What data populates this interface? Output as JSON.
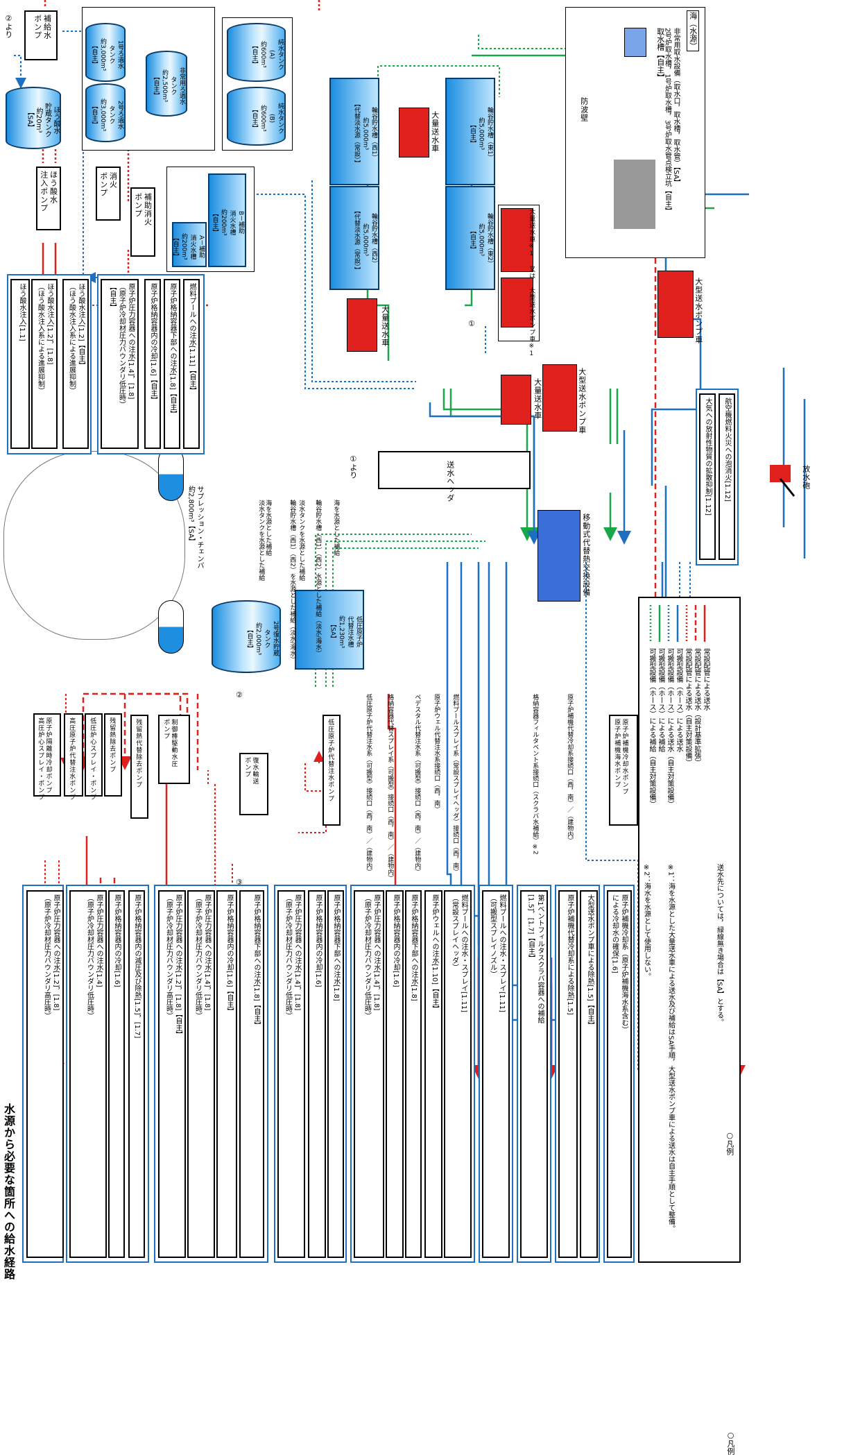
{
  "title": "水源から必要な箇所への給水経路",
  "sources": {
    "boric_tank": "ほう酸水\n貯蔵タンク\n約20m³\n【SA】",
    "makeup_pump": "補給水\nポンプ",
    "from_note_2": "②より",
    "boric_pump": "ほう酸水\n注入ポンプ",
    "fire_pump": "消火\nポンプ",
    "aux_fire_pump": "補助消火\nポンプ",
    "filter_tank_1": "1号ろ過水\nタンク\n約3,000m³\n【自主】",
    "filter_tank_2": "2号ろ過水\nタンク\n約3,000m³\n【自主】",
    "emergency_filter_tank": "非常用ろ過水\nタンク\n約2,500m³\n【自主】",
    "pure_tank_a": "純水タンク\n(A)\n約600m³\n【自主】",
    "pure_tank_b": "純水タンク\n(B)\n約600m³\n【自主】",
    "aux_fire_a": "A－補助\n消火水槽\n約200m³\n【自主】",
    "aux_fire_b": "B－補助\n消火水槽\n約200m³\n【自主】",
    "west1": "輪谷貯水槽（西1）\n約5,000m³\n【代替淡水源（常設）】",
    "west2": "輪谷貯水槽（西2）\n約5,000m³\n【代替淡水源（常設）】",
    "east1": "輪谷貯水槽（東1）\n約5,000m³\n【自主】",
    "east2": "輪谷貯水槽（東2）\n約5,000m³\n【自主】",
    "sea_intake": "非常用取水設備（取水口，取水槽，取水管）【SA】\n2号炉取水槽，1号炉取水槽，3号炉取水管点検立坑【自主】",
    "seawall": "防波壁",
    "sea_label": "海（水源）",
    "intake_inner": "取水槽【自主】",
    "large_truck_1": "大量送水車",
    "large_truck_2": "大量送水車",
    "large_truck_3": "大量送水車",
    "large_or_big": "大量送水車※1 又は 大型送水ポンプ車※1",
    "big_pump_truck_1": "大型送水ポンプ車",
    "big_pump_truck_2": "大型送水ポンプ車",
    "mobile_exchanger": "移動式代替熱交換設備",
    "cannon": "放水砲",
    "header": "送水ヘッダ",
    "circle_1": "①",
    "from_circle_1": "①より",
    "suppression": "サプレッション・チェンバ\n約2,800m³【SA】",
    "cond_tank": "2号復水貯蔵\nタンク\n約2,000m³\n【自主】",
    "lp_tank": "低圧原子炉\n代替注水槽\n約1,230m³\n【SA】",
    "cont_pump": "制御棒駆動水圧\nポンプ",
    "cond_transfer_pump": "復水輸送\nポンプ",
    "lp_pump": "低圧原子炉代替注水ポンプ",
    "circle_2": "②",
    "circle_3": "③"
  },
  "pumps_left": [
    "原子炉隔離時冷却ポンプ\n高圧炉心スプレイ・ポンプ",
    "高圧原子炉代替注水ポンプ",
    "低圧炉心スプレイ・ポンプ",
    "残留熱除去ポンプ",
    "残留熱代替除去ポンプ",
    "原子炉補機冷却水ポンプ\n原子炉補機海水ポンプ"
  ],
  "injection_lines": [
    "淡水タンクを水源とした補給",
    "海を水源とした補給",
    "輪谷貯水槽（西1）（西2）を水源とした補給（淡水/海水）",
    "淡水タンクを水源とした補給",
    "輪谷貯水槽（西1）（西2）水源とした補給（淡水/海水）",
    "海を水源とした補給"
  ],
  "connection_lines": [
    "低圧原子炉代替注水系（可搬型）接続口（西，南）／（建物内）",
    "格納容器代替スプレイ系（可搬型）接続口（西，南）／（建物内）",
    "ペデスタル代替注水系（可搬型）接続口（西，南）／（建物内）",
    "原子炉ウェル代替注水系接続口（西，南）",
    "燃料プールスプレイ系（常設スプレイヘッダ）接続口（西，南）",
    "格納容器フィルタベント系接続口（スクラバ水補給）※2",
    "原子炉補機代替冷却系接続口（西，南）／（建物内）"
  ],
  "top_destinations": [
    [
      "ほう酸水注入[1.1]"
    ],
    [
      "ほう酸水注入[1.2]，[1.8]",
      "（ほう酸水注入系による進展抑制）"
    ],
    [
      "ほう酸水注入[1.2]【自主】",
      "（ほう酸水注入系による進展抑制）"
    ],
    [
      "原子炉圧力容器への注水[1.4]，[1.8]",
      "（原子炉冷却材圧力バウンダリ低圧時）",
      "【自主】"
    ],
    [
      "原子炉格納容器内の冷却[1.6]【自主】"
    ],
    [
      "原子炉格納容器下部への注水[1.8]【自主】"
    ],
    [
      "燃料プールへの注水[1.11]【自主】"
    ]
  ],
  "bottom_destinations": [
    [
      "原子炉圧力容器への注水[1.2]，[1.8]",
      "（原子炉冷却材圧力バウンダリ高圧時）"
    ],
    [
      "原子炉圧力容器への注水[1.4]",
      "（原子炉冷却材圧力バウンダリ低圧時）"
    ],
    [
      "原子炉格納容器内の冷却[1.6]"
    ],
    [
      "原子炉格納容器内の減圧及び除熱[1.5]，[1.7]"
    ],
    [
      "原子炉圧力容器への注水[1.2]，[1.8]【自主】",
      "（原子炉冷却材圧力バウンダリ高圧時）"
    ],
    [
      "原子炉圧力容器への注水[1.4]，[1.8]",
      "（原子炉冷却材圧力バウンダリ低圧時）"
    ],
    [
      "原子炉格納容器内の冷却[1.6]【自主】"
    ],
    [
      "原子炉格納容器下部への注水[1.8]【自主】"
    ],
    [
      "原子炉圧力容器への注水[1.4]，[1.8]",
      "（原子炉冷却材圧力バウンダリ低圧時）"
    ],
    [
      "原子炉格納容器内の冷却[1.6]"
    ],
    [
      "原子炉格納容器下部への注水[1.8]"
    ],
    [
      "原子炉圧力容器への注水[1.4]，[1.8]",
      "（原子炉冷却材圧力バウンダリ低圧時）"
    ],
    [
      "原子炉格納容器内の冷却[1.6]"
    ],
    [
      "原子炉格納容器下部への注水[1.8]"
    ],
    [
      "原子炉ウェルへの注水[1.10]【自主】"
    ],
    [
      "燃料プールへの注水・スプレイ[1.11]",
      "（常設スプレイヘッダ）"
    ],
    [
      "燃料プールへの注水・スプレイ[1.11]",
      "（可搬型スプレイノズル）"
    ],
    [
      "第1ベントフィルタスクラバ容器への補給",
      "[1.5]，[1.7]【自主】"
    ],
    [
      "原子炉補機代替冷却系による除熱[1.5]"
    ],
    [
      "大型送水ポンプ車による除熱[1.5]【自主】"
    ],
    [
      "原子炉補機冷却系（原子炉補機海水系含む）",
      "による冷却水の確保[1.6]"
    ]
  ],
  "right_destinations": [
    [
      "大気への放射性物質の拡散抑制[1.12]"
    ],
    [
      "航空機燃料火災への泡消火[1.12]"
    ]
  ],
  "legend": {
    "heading": "○凡例",
    "note_intro": "送水先については，緑線無き場合は【SA】とする。",
    "note_1": "※1：海を水源とした大量送水車による送水及び補給はSA手順，大型送水ポンプ車による送水は自主手順として整備。",
    "note_2": "※2：海水を水源として使用しない。",
    "items": [
      {
        "label": "常設配管による送水",
        "color": "#e0201c",
        "style": "solid"
      },
      {
        "label": "常設配管による送水（設計基準拡張）",
        "color": "#e0201c",
        "style": "dash"
      },
      {
        "label": "常設配管による送水（自主対策設備）",
        "color": "#e0201c",
        "style": "dot"
      },
      {
        "label": "可搬型設備（ホース）による送水",
        "color": "#1f6fc0",
        "style": "solid"
      },
      {
        "label": "可搬型設備（ホース）による送水（自主対策設備）",
        "color": "#1f6fc0",
        "style": "dot"
      },
      {
        "label": "可搬型設備（ホース）による補給",
        "color": "#1aa64a",
        "style": "solid"
      },
      {
        "label": "可搬型設備（ホース）による補給（自主対策設備）",
        "color": "#1aa64a",
        "style": "dot"
      }
    ]
  },
  "colors": {
    "red": "#e0201c",
    "blue": "#1f6fc0",
    "green": "#1aa64a",
    "tank_dark": "#1d8ee0"
  }
}
